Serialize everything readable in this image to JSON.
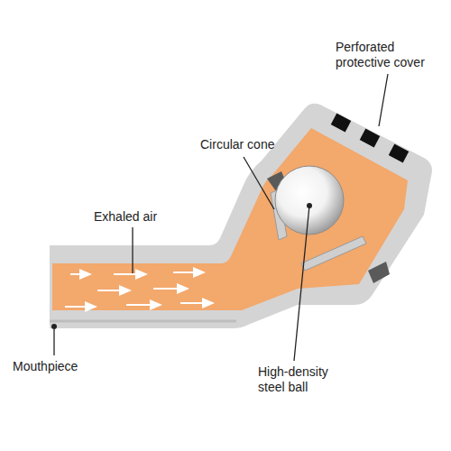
{
  "diagram": {
    "labels": [
      "Perforated protective cover",
      "Circular cone",
      "Exhaled air",
      "Mouthpiece",
      "High-density steel ball"
    ]
  }
}
